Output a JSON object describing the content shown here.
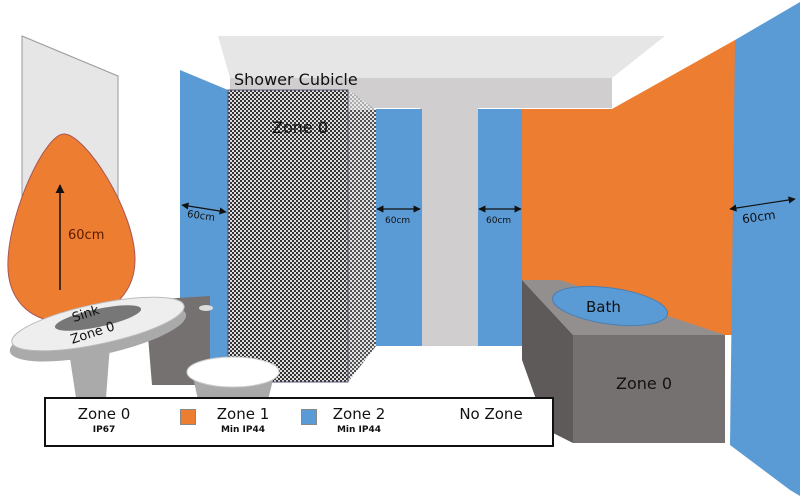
{
  "colors": {
    "zone1": "#ED7D31",
    "zone2": "#5B9BD5",
    "zone0": "#757171",
    "ceiling": "#E7E6E6",
    "wall": "#D0CECE"
  },
  "labels": {
    "shower_cubicle": "Shower Cubicle",
    "shower_zone": "Zone 0",
    "sink": "Sink",
    "sink_zone": "Zone 0",
    "sink_height": "60cm",
    "bath": "Bath",
    "bath_zone": "Zone 0",
    "dist_left_shower": "60cm",
    "dist_right_shower": "60cm",
    "dist_left_bath": "60cm",
    "dist_right_wall": "60cm"
  },
  "legend": {
    "items": [
      {
        "title": "Zone 0",
        "sub": "IP67",
        "swatch": null
      },
      {
        "title": "Zone 1",
        "sub": "Min IP44",
        "swatch": "#ED7D31"
      },
      {
        "title": "Zone 2",
        "sub": "Min IP44",
        "swatch": "#5B9BD5"
      },
      {
        "title": "No Zone",
        "sub": "",
        "swatch": null
      }
    ]
  }
}
